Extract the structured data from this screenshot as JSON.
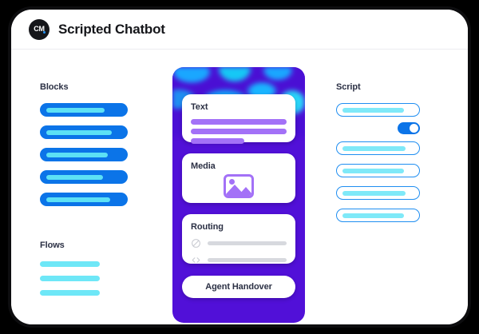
{
  "header": {
    "logo_text": "CM",
    "logo_icon": "cm-brand-circle-icon",
    "title": "Scripted Chatbot"
  },
  "blocks": {
    "heading": "Blocks",
    "items": [
      {
        "fill_percent": 72
      },
      {
        "fill_percent": 80
      },
      {
        "fill_percent": 75
      },
      {
        "fill_percent": 70
      },
      {
        "fill_percent": 78
      }
    ]
  },
  "flows": {
    "heading": "Flows",
    "items": [
      {
        "fill_percent": 68
      },
      {
        "fill_percent": 68
      },
      {
        "fill_percent": 68
      }
    ]
  },
  "phone": {
    "cards": [
      {
        "title": "Text",
        "type": "text",
        "lines": [
          {
            "width_percent": 100
          },
          {
            "width_percent": 100
          },
          {
            "width_percent": 56
          }
        ]
      },
      {
        "title": "Media",
        "type": "media",
        "icon": "image-placeholder-icon"
      },
      {
        "title": "Routing",
        "type": "routing",
        "rows": [
          {
            "icon": "no-entry-icon",
            "line_width_percent": 84
          },
          {
            "icon": "code-brackets-icon",
            "line_width_percent": 98
          }
        ]
      }
    ],
    "handover_button": "Agent Handover"
  },
  "script": {
    "heading": "Script",
    "items": [
      {
        "fill_percent": 80
      },
      {
        "fill_percent": 82
      },
      {
        "fill_percent": 80
      },
      {
        "fill_percent": 82
      },
      {
        "fill_percent": 80
      }
    ],
    "toggle": {
      "name": "script-enabled-toggle",
      "state": "on"
    }
  },
  "colors": {
    "block_pill": "#0b74e8",
    "block_fill": "#5ce1f5",
    "flow_bar": "#6ee7f7",
    "phone_background": "#5110d8",
    "text_line": "#a371f7",
    "script_border": "#1f8ef1",
    "script_fill": "#7fe9f8",
    "toggle_on": "#0b74e8",
    "heading_text": "#2b3044"
  }
}
